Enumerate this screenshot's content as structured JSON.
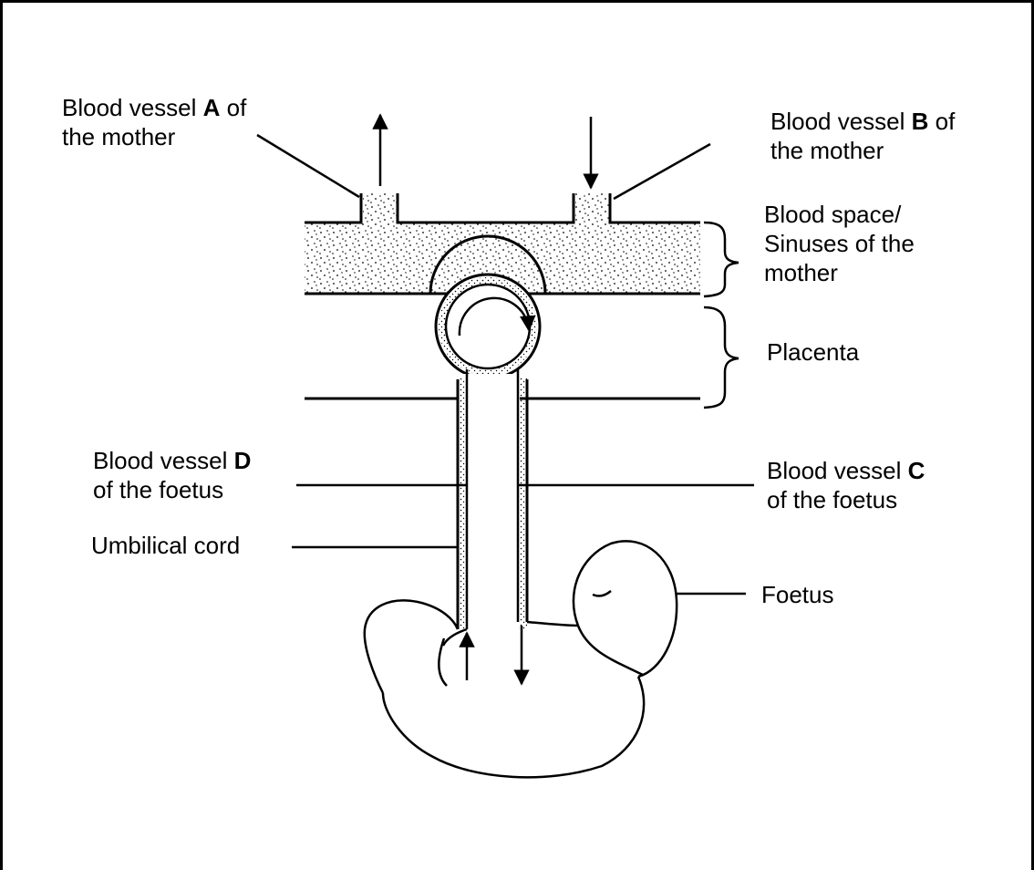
{
  "labels": {
    "vessel_a": {
      "prefix": "Blood vessel ",
      "letter": "A",
      "suffix": " of",
      "line2": "the mother"
    },
    "vessel_b": {
      "prefix": "Blood vessel ",
      "letter": "B",
      "suffix": " of",
      "line2": "the mother"
    },
    "blood_space": {
      "line1": "Blood space/",
      "line2": "Sinuses of the",
      "line3": "mother"
    },
    "placenta": "Placenta",
    "vessel_d": {
      "prefix": "Blood vessel ",
      "letter": "D",
      "line2": "of the foetus"
    },
    "vessel_c": {
      "prefix": "Blood vessel ",
      "letter": "C",
      "line2": "of the foetus"
    },
    "umbilical_cord": "Umbilical cord",
    "foetus": "Foetus"
  }
}
